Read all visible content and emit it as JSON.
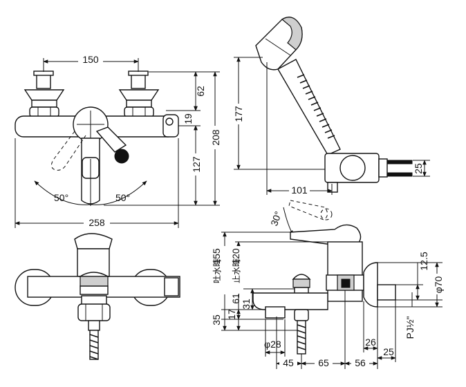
{
  "front_view": {
    "valve_spacing": "150",
    "handle_height": "62",
    "top_offset": "19",
    "overall_height": "208",
    "spout_height": "127",
    "angle_left": "50°",
    "angle_right": "50°",
    "overall_width": "258"
  },
  "shower_view": {
    "head_height": "177",
    "reach": "101",
    "holder_height": "25"
  },
  "side_view": {
    "lever_angle": "30°",
    "outlet_label": "吐水時",
    "outlet_value": "155",
    "stop_label": "止水時",
    "stop_value": "120",
    "dim_61": "61",
    "dim_31": "31",
    "dim_17": "17",
    "dim_35": "35",
    "spout_diameter": "φ28",
    "dim_45": "45",
    "dim_65": "65",
    "dim_56": "56",
    "dim_26": "26",
    "dim_25": "25",
    "dim_12_5": "12.5",
    "flange_diameter": "φ70",
    "thread": "PJ½\""
  }
}
